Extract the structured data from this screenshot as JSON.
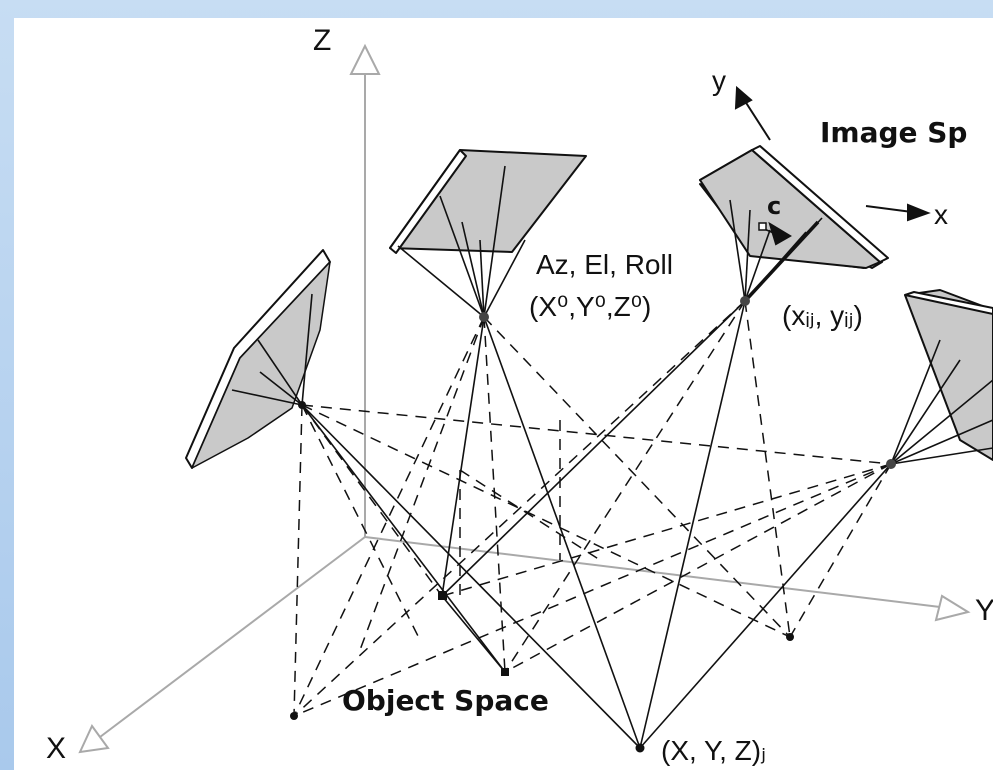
{
  "diagram": {
    "labels": {
      "axis_z": "Z",
      "axis_x": "X",
      "axis_y": "Y",
      "image_space": "Image Sp",
      "image_y": "y",
      "image_x": "x",
      "principal_point": "c",
      "orientation": "Az, El, Roll",
      "position": "(X⁰,Y⁰,Z⁰)",
      "image_coord": "(xᵢⱼ, yᵢⱼ)",
      "object_space": "Object Space",
      "object_point": "(X, Y, Z)ⱼ"
    },
    "colors": {
      "background": "#bcd6f0",
      "canvas": "#ffffff",
      "plane_fill": "#c9c9c9",
      "axis": "#a9a9a9",
      "ray": "#111111"
    }
  }
}
